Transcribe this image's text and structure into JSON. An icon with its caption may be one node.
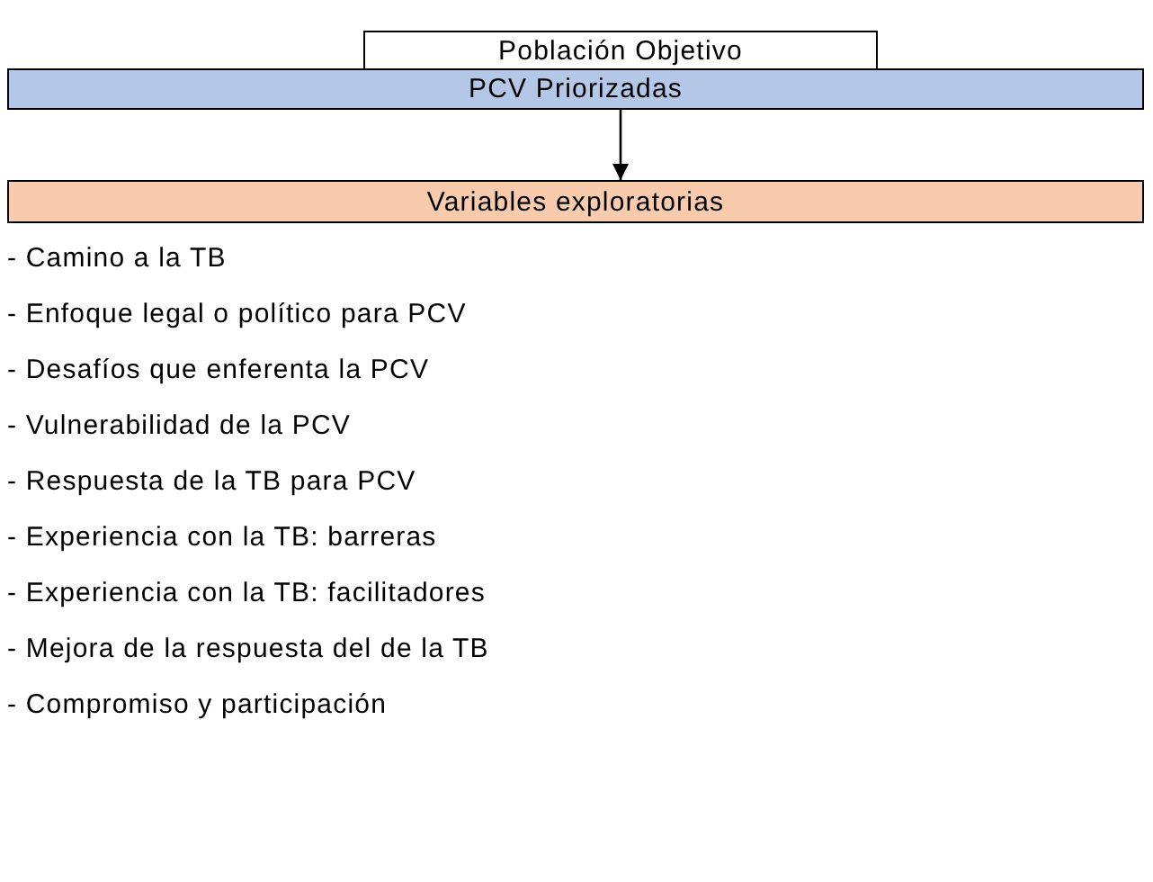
{
  "diagram": {
    "nodes": [
      {
        "text": [
          "Población Objetivo"
        ]
      },
      {
        "text": [
          "PCV Priorizadas"
        ]
      },
      {
        "text": [
          "Variables exploratorias"
        ]
      }
    ],
    "edges": [
      {
        "from": 1,
        "to": 2,
        "arrow": "to"
      }
    ],
    "labels": [
      "- Camino a la TB",
      "- Enfoque legal o político para PCV",
      "- Desafíos que enferenta la PCV",
      "- Vulnerabilidad de la PCV",
      "- Respuesta de la TB para PCV",
      "- Experiencia con la TB: barreras",
      "- Experiencia con la TB: facilitadores",
      "- Mejora de la respuesta del de la TB",
      "- Compromiso y participación"
    ]
  }
}
